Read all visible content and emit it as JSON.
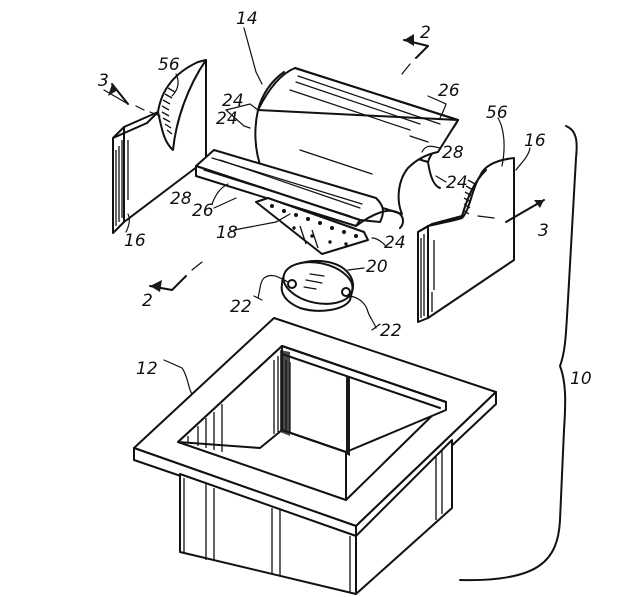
{
  "labels": {
    "l14": "14",
    "l2_top": "2",
    "l3_left": "3",
    "l56_left": "56",
    "l26_top": "26",
    "l24_a": "24",
    "l24_b": "24",
    "l56_right": "56",
    "l16_right": "16",
    "l28_right": "28",
    "l24_right": "24",
    "l28_left": "28",
    "l26_left": "26",
    "l16_left": "16",
    "l18": "18",
    "l24_bottom": "24",
    "l3_right": "3",
    "l20": "20",
    "l2_bottom": "2",
    "l22_left": "22",
    "l22_right": "22",
    "l12": "12",
    "l10": "10"
  }
}
